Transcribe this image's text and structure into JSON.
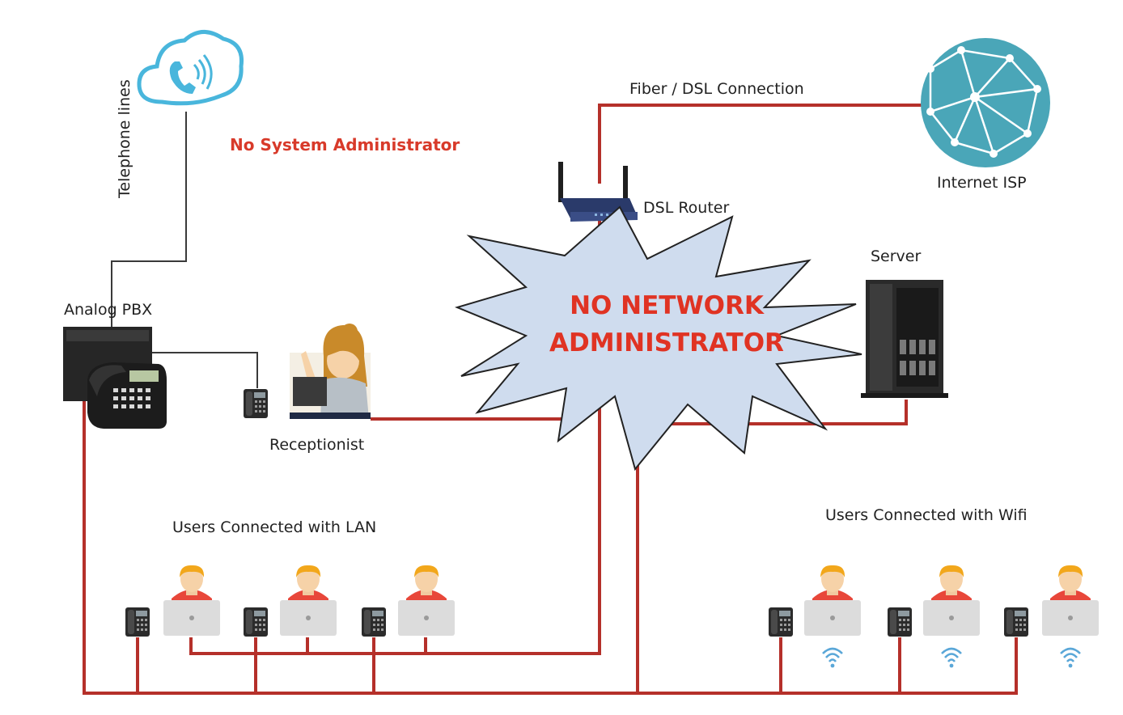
{
  "labels": {
    "telephone_lines": "Telephone lines",
    "no_sysadmin": "No System Administrator",
    "fiber_dsl": "Fiber / DSL  Connection",
    "internet_isp": "Internet ISP",
    "dsl_router": "DSL Router",
    "server": "Server",
    "analog_pbx": "Analog PBX",
    "receptionist": "Receptionist",
    "users_lan": "Users Connected with LAN",
    "users_wifi": "Users Connected with Wifi",
    "burst_line1": "NO NETWORK",
    "burst_line2": "ADMINISTRATOR"
  },
  "colors": {
    "cable": "#b5302a",
    "warning_text": "#e03323",
    "burst_fill": "#cfdcee",
    "globe": "#4aa6b8"
  },
  "icons": [
    "cloud-phone-icon",
    "globe-icon",
    "router-icon",
    "server-icon",
    "pbx-icon",
    "desk-phone-icon",
    "receptionist-icon",
    "user-laptop-icon",
    "wifi-icon"
  ]
}
